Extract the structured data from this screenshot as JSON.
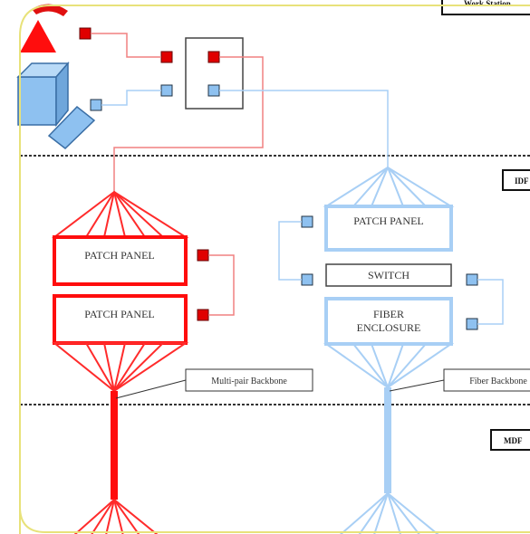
{
  "colors": {
    "copper": "#ff1a1a",
    "copper_light": "#f08080",
    "fiber": "#a8cff5",
    "fiber_dark": "#6fa6db",
    "frame": "#e8e27a",
    "divider": "#333333"
  },
  "zones": {
    "top_tag": "Work Station",
    "middle_tag": "IDF",
    "bottom_tag": "MDF"
  },
  "copper": {
    "panel1_label": "PATCH PANEL",
    "panel2_label": "PATCH PANEL",
    "backbone_label": "Multi-pair Backbone"
  },
  "fiber": {
    "panel_label": "PATCH PANEL",
    "switch_label": "SWITCH",
    "enclosure_line1": "FIBER",
    "enclosure_line2": "ENCLOSURE",
    "backbone_label": "Fiber Backbone"
  },
  "icons": [
    "cone-icon",
    "computer-cube-icon",
    "keyboard-icon",
    "outlet-box-icon"
  ]
}
